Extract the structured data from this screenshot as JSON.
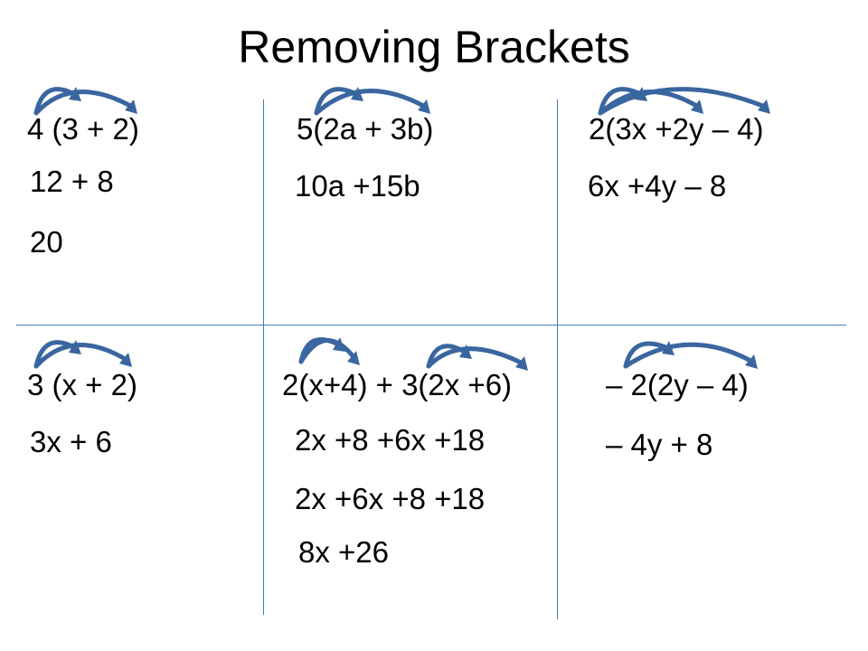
{
  "title": "Removing Brackets",
  "colors": {
    "divider": "#4a7ab5",
    "arrow": "#3a66a0",
    "text": "#000000"
  },
  "cells": {
    "top_left": {
      "expression": "4 (3 + 2)",
      "steps": [
        "12 + 8",
        "20"
      ]
    },
    "top_middle": {
      "expression": "5(2a + 3b)",
      "steps": [
        "10a +15b"
      ]
    },
    "top_right": {
      "expression": "2(3x +2y – 4)",
      "steps": [
        "6x +4y – 8"
      ]
    },
    "bottom_left": {
      "expression": "3 (x + 2)",
      "steps": [
        "3x + 6"
      ]
    },
    "bottom_middle": {
      "expression": "2(x+4) + 3(2x +6)",
      "steps": [
        "2x +8 +6x +18",
        "2x +6x +8 +18",
        "8x +26"
      ]
    },
    "bottom_right": {
      "expression": "– 2(2y – 4)",
      "steps": [
        "– 4y + 8"
      ]
    }
  }
}
